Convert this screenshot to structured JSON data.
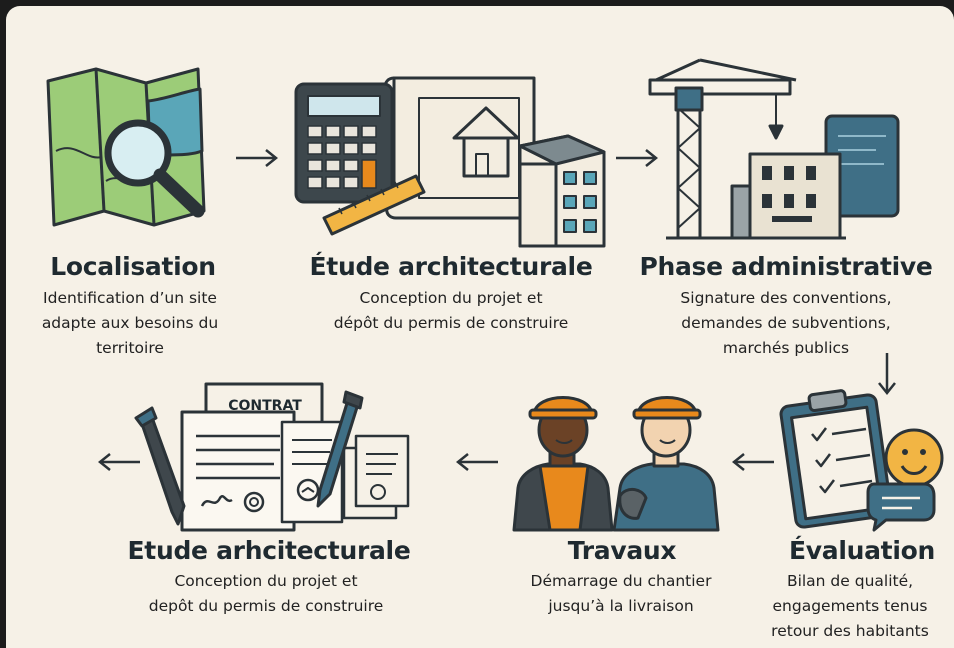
{
  "steps": [
    {
      "title": "Localisation",
      "lines": [
        "Identification d’un site",
        "adapte aux besoins du",
        "territoire"
      ]
    },
    {
      "title": "Étude architecturale",
      "lines": [
        "Conception du projet et",
        "dépôt du permis de construire"
      ]
    },
    {
      "title": "Phase administrative",
      "lines": [
        "Signature des conventions,",
        "demandes de subventions,",
        "marchés publics"
      ]
    },
    {
      "title": "Évaluation",
      "lines": [
        "Bilan de qualité,",
        "engagements tenus",
        "retour des habitants"
      ]
    },
    {
      "title": "Travaux",
      "lines": [
        "Démarrage du chantier",
        "jusqu’à la livraison"
      ]
    },
    {
      "title": "Etude arhcitecturale",
      "lines": [
        "Conception du projet et",
        "depôt du permis de construire"
      ]
    }
  ],
  "contract_label": "CONTRAT",
  "icons": [
    "map-magnifier-icon",
    "calculator-blueprint-icon",
    "crane-building-icon",
    "clipboard-smiley-icon",
    "workers-icon",
    "contract-pens-icon"
  ],
  "colors": {
    "background": "#f6f1e7",
    "ink": "#2b3338",
    "map_green": "#8cbf6a",
    "map_blue": "#5aa6b8",
    "helmet_orange": "#e8891c",
    "blue": "#3f6f86",
    "ruler": "#f2b544"
  }
}
